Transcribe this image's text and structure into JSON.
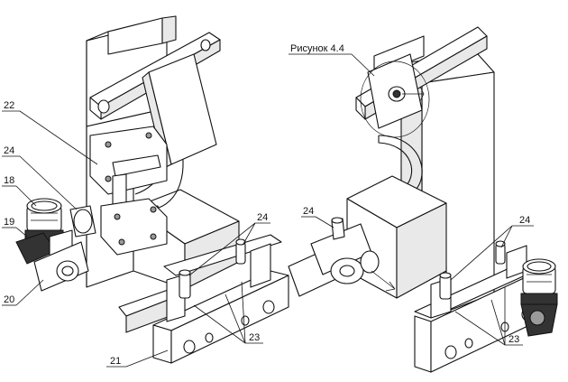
{
  "caption": "Рисунок 4.4",
  "labels": {
    "l22": "22",
    "l24a": "24",
    "l18": "18",
    "l19": "19",
    "l20": "20",
    "l24b": "24",
    "l23a": "23",
    "l21": "21",
    "l24c": "24",
    "l24d": "24",
    "l23b": "23"
  }
}
